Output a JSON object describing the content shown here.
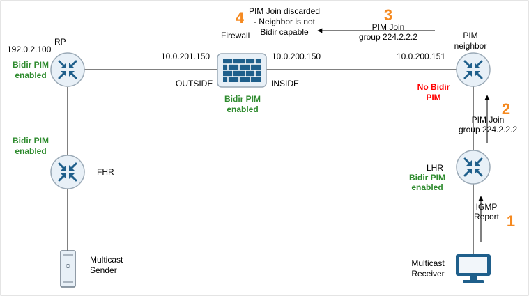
{
  "colors": {
    "router_fill": "#e8f0f7",
    "router_stroke": "#9aa9b6",
    "router_arrows": "#1f5f8b",
    "bidir_text": "#2e8b2e",
    "no_bidir_text": "#ff0000",
    "step_number": "#f5891f"
  },
  "nodes": {
    "rp": {
      "name": "RP",
      "ip": "192.0.2.100",
      "status": [
        "Bidir PIM",
        "enabled"
      ],
      "icon": "router-icon"
    },
    "fhr": {
      "name": "FHR",
      "status": [
        "Bidir PIM",
        "enabled"
      ],
      "icon": "router-icon"
    },
    "sender": {
      "name": [
        "Multicast",
        "Sender"
      ],
      "icon": "server-icon"
    },
    "firewall": {
      "name": "Firewall",
      "outside_ip": "10.0.201.150",
      "inside_ip": "10.0.200.150",
      "outside_label": "OUTSIDE",
      "inside_label": "INSIDE",
      "status": [
        "Bidir PIM",
        "enabled"
      ],
      "icon": "firewall-icon"
    },
    "pim_neighbor": {
      "name": [
        "PIM",
        "neighbor"
      ],
      "ip": "10.0.200.151",
      "status": [
        "No Bidir",
        "PIM"
      ],
      "icon": "router-icon"
    },
    "lhr": {
      "name": "LHR",
      "status": [
        "Bidir PIM",
        "enabled"
      ],
      "icon": "router-icon"
    },
    "receiver": {
      "name": [
        "Multicast",
        "Receiver"
      ],
      "icon": "monitor-icon"
    }
  },
  "steps": {
    "s1": {
      "number": "1",
      "label": [
        "IGMP",
        "Report"
      ]
    },
    "s2": {
      "number": "2",
      "label": [
        "PIM Join",
        "group 224.2.2.2"
      ]
    },
    "s3": {
      "number": "3",
      "label": [
        "PIM Join",
        "group 224.2.2.2"
      ]
    },
    "s4": {
      "number": "4",
      "label": [
        "PIM Join discarded",
        "- Neighbor is not",
        "Bidir capable"
      ]
    }
  }
}
